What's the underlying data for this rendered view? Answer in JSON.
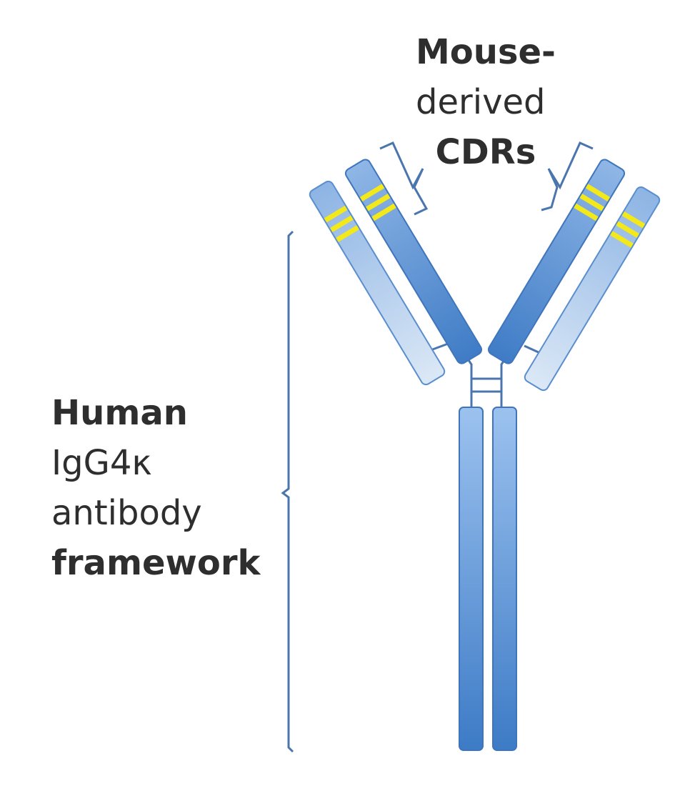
{
  "labels": {
    "cdr": {
      "line1": "Mouse-",
      "line2": "derived",
      "line3": "CDRs"
    },
    "framework": {
      "line1": "Human",
      "line2": "IgG4κ",
      "line3": "antibody",
      "line4": "framework"
    }
  },
  "colors": {
    "heavy_chain": "#4a86cf",
    "light_chain": "#a9c6ea",
    "cdr_stripe": "#f2e81a",
    "bracket": "#4a76ad",
    "text": "#2e2e2e"
  }
}
